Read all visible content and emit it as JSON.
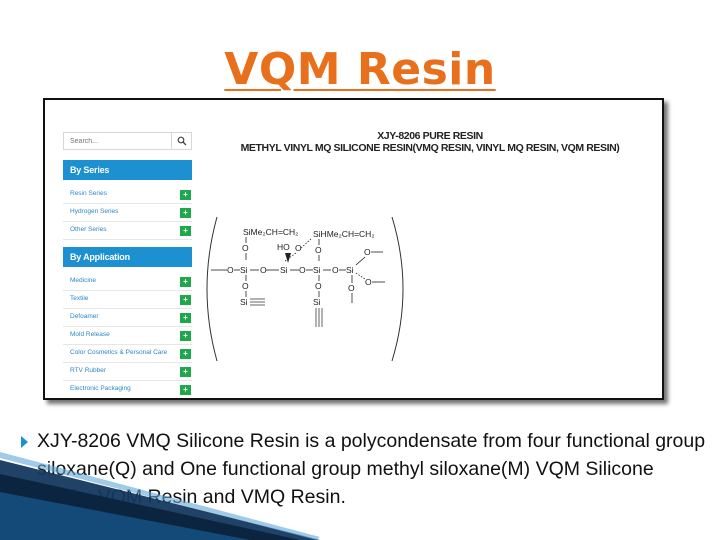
{
  "slide": {
    "title": "VQM Resin",
    "body": "XJY-8206 VMQ Silicone Resin is a polycondensate from four functional group siloxane(Q) and One functional group methyl siloxane(M) VQM Silicone Resin, VQM Resin and VMQ Resin."
  },
  "sidebar": {
    "search_placeholder": "Search...",
    "series_heading": "By Series",
    "series_items": [
      {
        "label": "Resin Series"
      },
      {
        "label": "Hydrogen Series"
      },
      {
        "label": "Other Series"
      }
    ],
    "application_heading": "By Application",
    "application_items": [
      {
        "label": "Medicine"
      },
      {
        "label": "Textile"
      },
      {
        "label": "Defoamer"
      },
      {
        "label": "Mold Release"
      },
      {
        "label": "Color Cosmetics & Personal Care"
      },
      {
        "label": "RTV Rubber"
      },
      {
        "label": "Electronic Packaging"
      }
    ],
    "plus_symbol": "+"
  },
  "product": {
    "title_line1": "XJY-8206 PURE RESIN",
    "title_line2": "METHYL VINYL MQ SILICONE RESIN(VMQ RESIN, VINYL MQ RESIN, VQM RESIN)"
  },
  "structure": {
    "group_left": "SiMe₂CH=CH₂",
    "group_right": "SiHMe₂CH=CH₂",
    "ho": "HO",
    "si": "Si",
    "o": "O"
  },
  "colors": {
    "title": "#e8701c",
    "section_header": "#1c90d0",
    "plus_button": "#1ea84b",
    "link": "#2b88c6",
    "bullet": "#1c90d0"
  }
}
